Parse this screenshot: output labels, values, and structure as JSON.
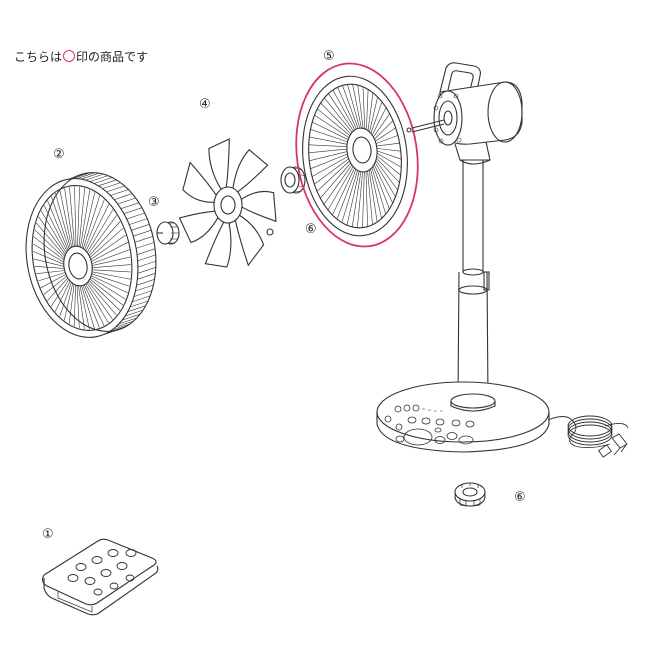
{
  "caption": {
    "prefix": "こちらは",
    "suffix": "印の商品です"
  },
  "callouts": {
    "remote": "①",
    "front_guard": "②",
    "guard_cap": "③",
    "blade": "④",
    "rear_guard": "⑤",
    "guard_nut": "⑥",
    "guard_nut_2": "⑥"
  },
  "colors": {
    "highlight": "#d8317a",
    "line": "#333333"
  }
}
